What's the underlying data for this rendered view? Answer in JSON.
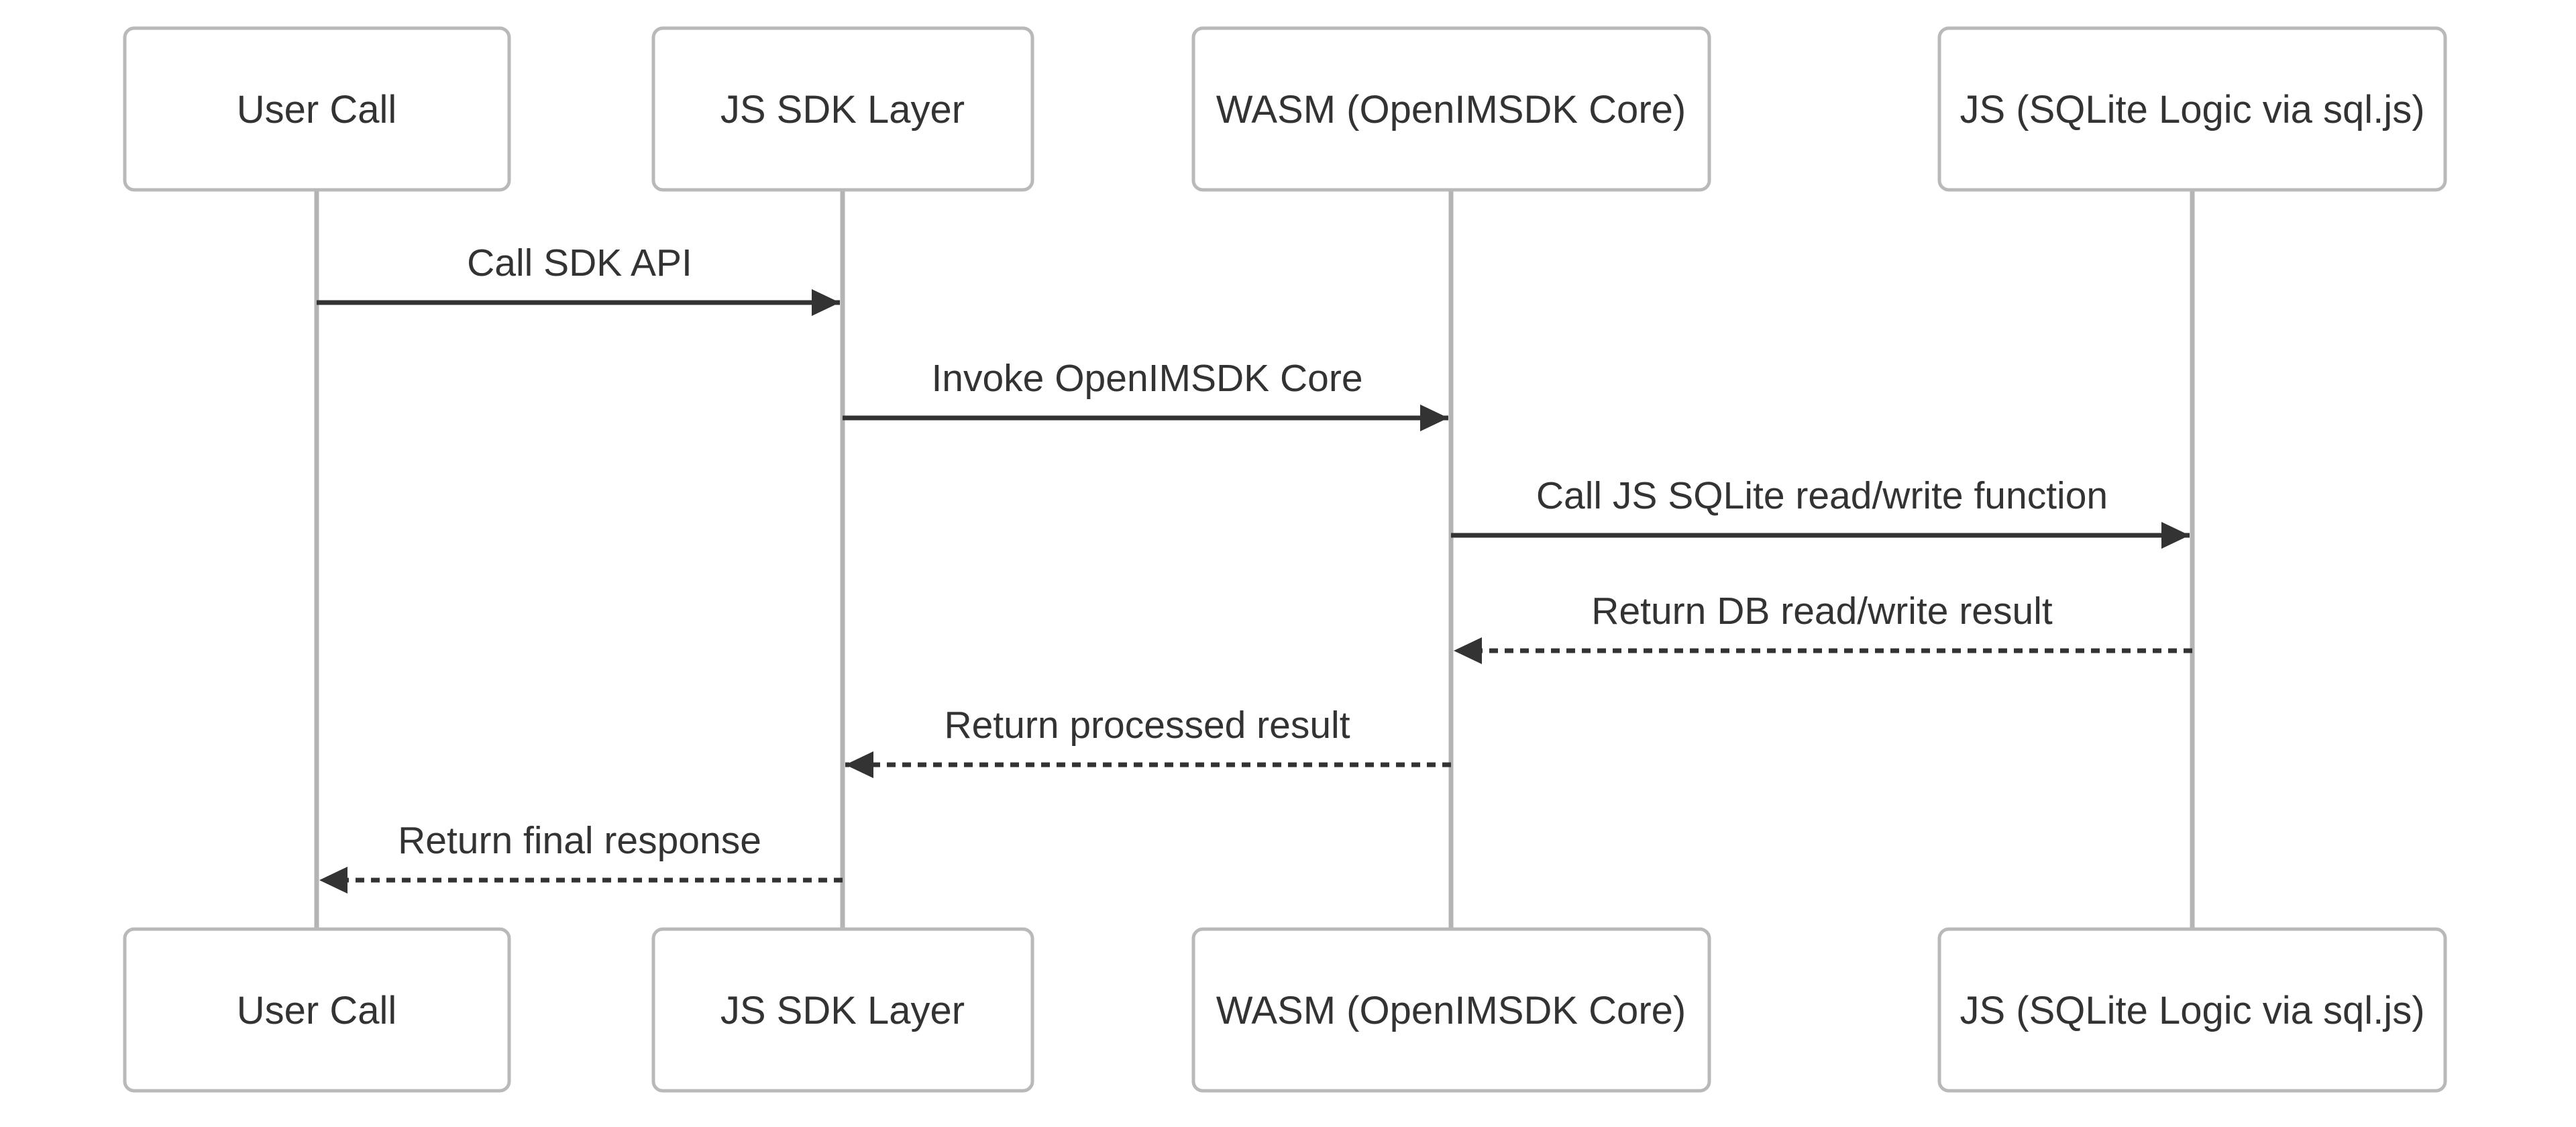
{
  "diagram": {
    "type": "sequence-diagram",
    "background": "#ffffff",
    "participants": [
      {
        "id": "user-call",
        "label": "User Call"
      },
      {
        "id": "js-sdk-layer",
        "label": "JS SDK Layer"
      },
      {
        "id": "wasm-core",
        "label": "WASM (OpenIMSDK Core)"
      },
      {
        "id": "js-sqlite",
        "label": "JS (SQLite Logic via sql.js)"
      }
    ],
    "messages": [
      {
        "from": "User Call",
        "to": "JS SDK Layer",
        "label": "Call SDK API",
        "line": "solid",
        "direction": "right"
      },
      {
        "from": "JS SDK Layer",
        "to": "WASM (OpenIMSDK Core)",
        "label": "Invoke OpenIMSDK Core",
        "line": "solid",
        "direction": "right"
      },
      {
        "from": "WASM (OpenIMSDK Core)",
        "to": "JS (SQLite Logic via sql.js)",
        "label": "Call JS SQLite read/write function",
        "line": "solid",
        "direction": "right"
      },
      {
        "from": "JS (SQLite Logic via sql.js)",
        "to": "WASM (OpenIMSDK Core)",
        "label": "Return DB read/write result",
        "line": "dashed",
        "direction": "left"
      },
      {
        "from": "WASM (OpenIMSDK Core)",
        "to": "JS SDK Layer",
        "label": "Return processed result",
        "line": "dashed",
        "direction": "left"
      },
      {
        "from": "JS SDK Layer",
        "to": "User Call",
        "label": "Return final response",
        "line": "dashed",
        "direction": "left"
      }
    ],
    "colors": {
      "actor_fill": "#ffffff",
      "actor_border": "#b9b9b9",
      "lifeline": "#b4b4b4",
      "message_line": "#333333",
      "text": "#333333"
    }
  }
}
